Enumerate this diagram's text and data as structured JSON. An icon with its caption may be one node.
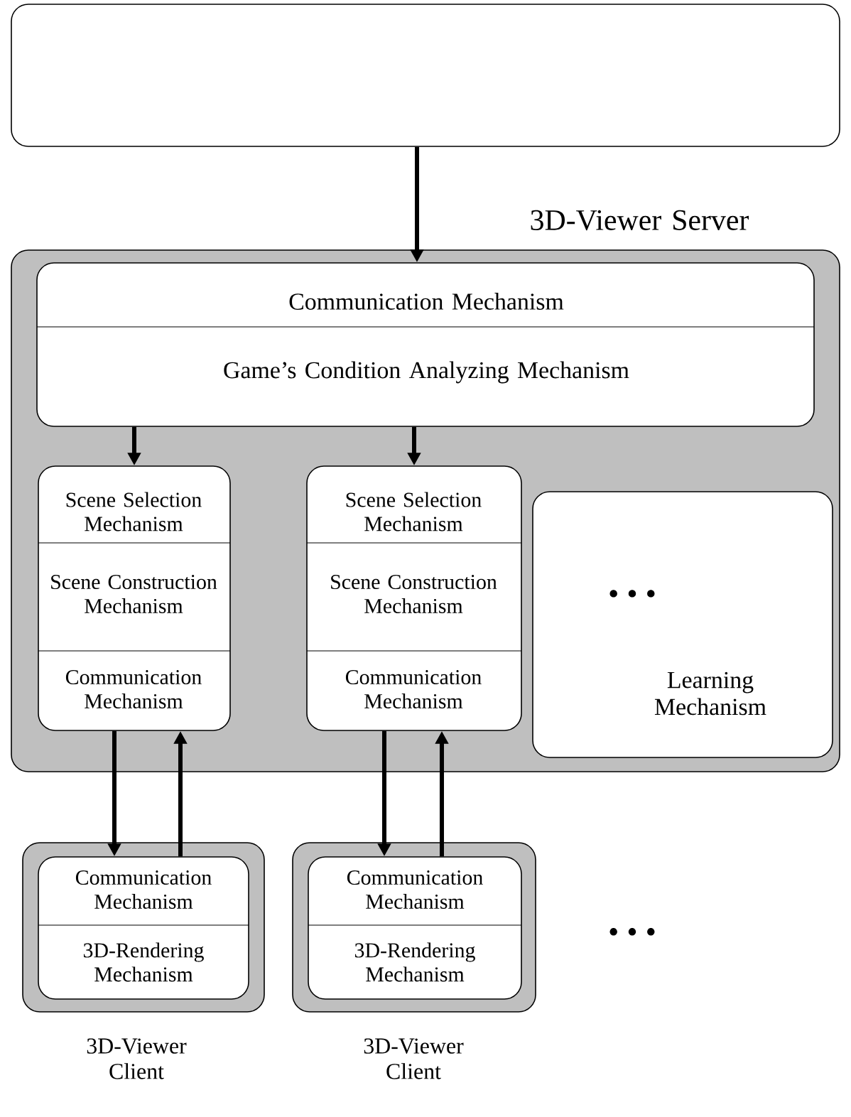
{
  "diagram": {
    "nodes": [
      {
        "text": [],
        "shape": "box"
      },
      {
        "text": [
          "3D-Viewer Server"
        ]
      },
      {
        "text": [
          "Communication Mechanism",
          "Game’s Condition Analyzing Mechanism"
        ],
        "in": 1
      },
      {
        "text": [
          "Learning Mechanism"
        ],
        "in": 1
      },
      {
        "text": [
          "Scene Selection Mechanism",
          "Scene Construction Mechanism",
          "Communication Mechanism"
        ],
        "in": 1
      },
      {
        "text": [
          "Scene Selection Mechanism",
          "Scene Construction Mechanism",
          "Communication Mechanism"
        ],
        "in": 1
      },
      {
        "text": [
          "3D-Viewer Client"
        ]
      },
      {
        "text": [
          "Communication Mechanism",
          "3D-Rendering Mechanism"
        ],
        "in": 6
      },
      {
        "text": [
          "3D-Viewer Client"
        ]
      },
      {
        "text": [
          "Communication Mechanism",
          "3D-Rendering Mechanism"
        ],
        "in": 8
      }
    ],
    "edges": [
      {
        "from": 0,
        "to": 2,
        "arrow": "to"
      },
      {
        "from": 2,
        "to": 4,
        "arrow": "to"
      },
      {
        "from": 2,
        "to": 5,
        "arrow": "to"
      },
      {
        "from": 4,
        "to": 7,
        "arrow": "to"
      },
      {
        "from": 7,
        "to": 4,
        "arrow": "to"
      },
      {
        "from": 5,
        "to": 9,
        "arrow": "to"
      },
      {
        "from": 9,
        "to": 5,
        "arrow": "to"
      }
    ],
    "labels": [
      "• • •",
      "• • •"
    ]
  }
}
